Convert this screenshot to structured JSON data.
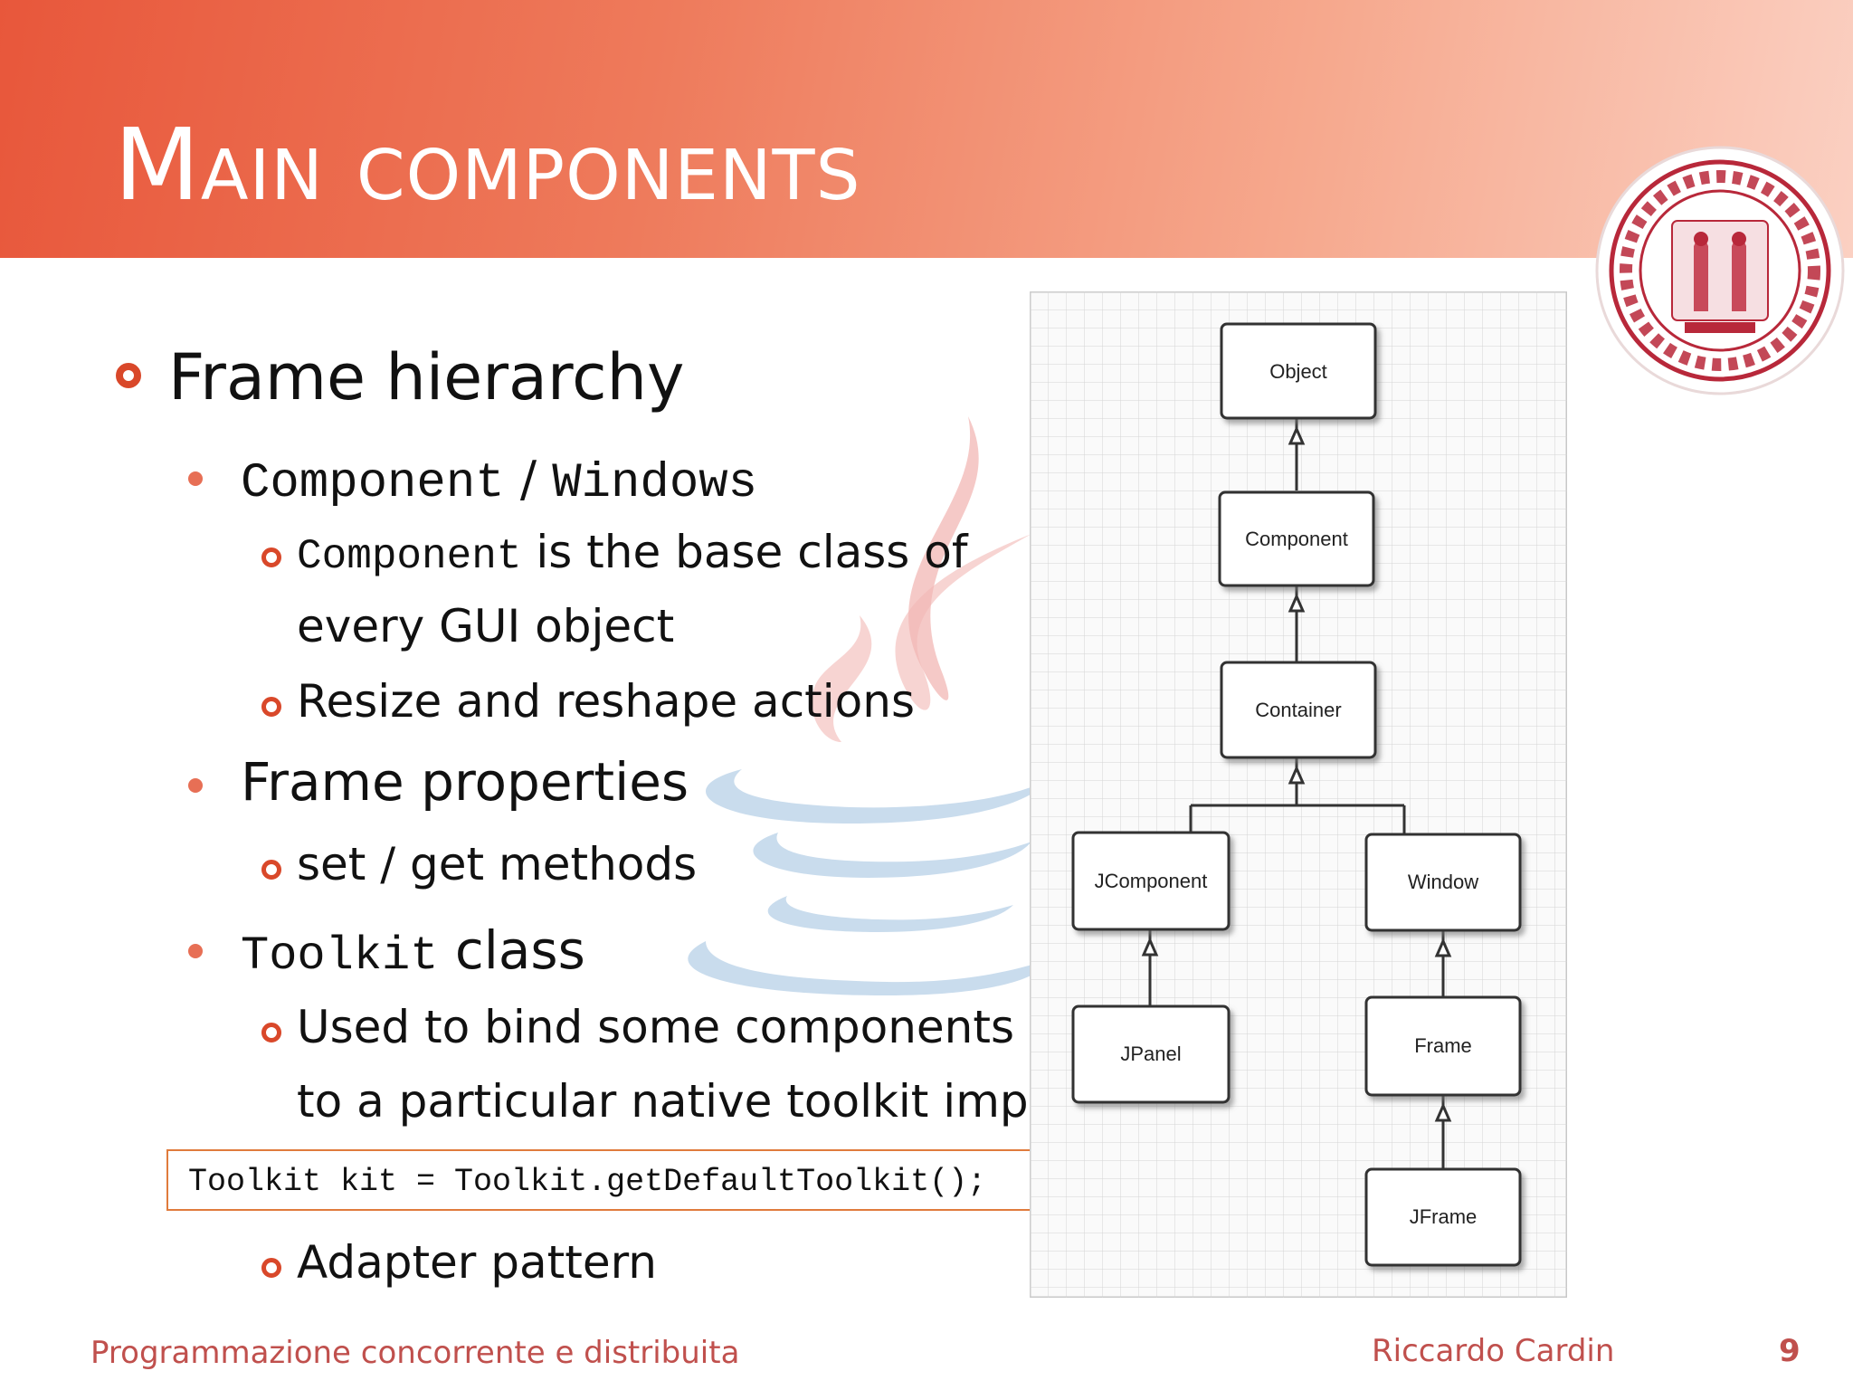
{
  "slide": {
    "title": "Main components",
    "bullets": {
      "level1": "Frame hierarchy",
      "component_code": "Component",
      "slash": "/",
      "windows_code": "Windows",
      "comp_code": "Component",
      "comp_text_1": " is the base class of",
      "comp_text_2": "every GUI object",
      "resize": "Resize and reshape actions",
      "frame_props": "Frame properties",
      "set_get": "set / get methods",
      "toolkit_code": "Toolkit",
      "toolkit_text": " class",
      "used_1": "Used to bind some components",
      "used_2": "to a particular native toolkit impl.",
      "adapter": "Adapter pattern"
    },
    "code_line": "Toolkit kit = Toolkit.getDefaultToolkit();",
    "diagram": {
      "object": "Object",
      "component": "Component",
      "container": "Container",
      "jcomponent": "JComponent",
      "window": "Window",
      "jpanel": "JPanel",
      "frame": "Frame",
      "jframe": "JFrame"
    },
    "footer": {
      "course": "Programmazione concorrente e distribuita",
      "author": "Riccardo Cardin",
      "page": "9"
    }
  },
  "colors": {
    "accent": "#d9482a",
    "footer": "#c0504d",
    "code_border": "#e07b3c"
  }
}
